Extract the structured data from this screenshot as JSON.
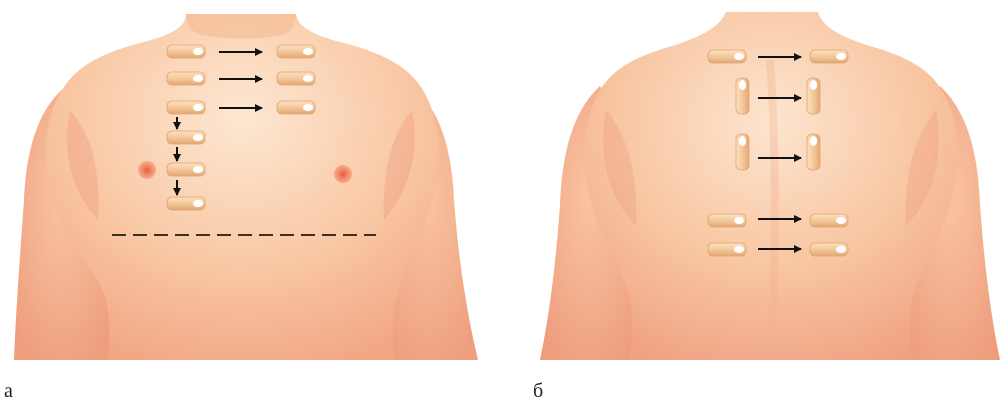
{
  "panels": [
    {
      "id": "a",
      "label": "а",
      "view": "front"
    },
    {
      "id": "b",
      "label": "б",
      "view": "back"
    }
  ],
  "colors": {
    "skin_light": "#fce0c6",
    "skin_mid": "#f7bd97",
    "skin_shadow": "#eb967a",
    "nipple": "#ef7354",
    "finger_tip": "#f7d4ac",
    "finger_edge": "#e3a877",
    "nail": "#ffffff",
    "arrow": "#111111",
    "dash_line": "#3a3028"
  },
  "icons": {
    "finger_horizontal": "finger-icon",
    "finger_vertical": "finger-vertical-icon",
    "arrow_right": "arrow-right-icon",
    "arrow_down": "arrow-down-icon"
  }
}
